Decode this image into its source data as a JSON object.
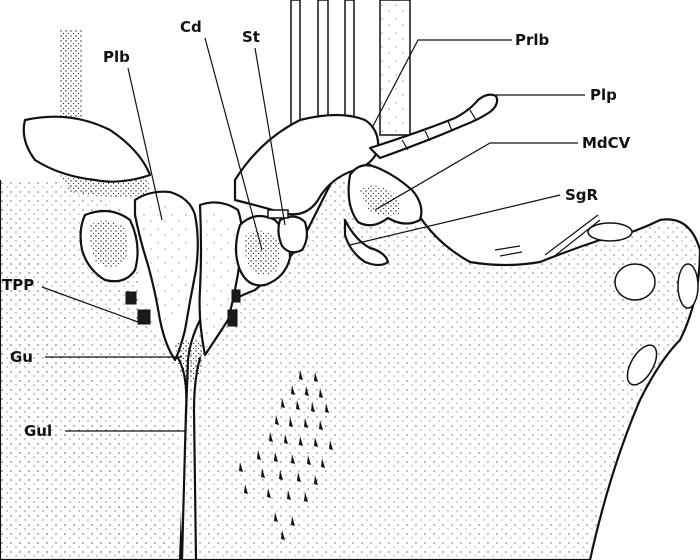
{
  "labels": {
    "plb": "Plb",
    "cd": "Cd",
    "st": "St",
    "prlb": "Prlb",
    "plp": "Plp",
    "mdcv": "MdCV",
    "sgr": "SgR",
    "tpp": "TPP",
    "gu": "Gu",
    "gul": "Gul"
  },
  "colors": {
    "ink": "#111111",
    "paper": "#ffffff"
  }
}
